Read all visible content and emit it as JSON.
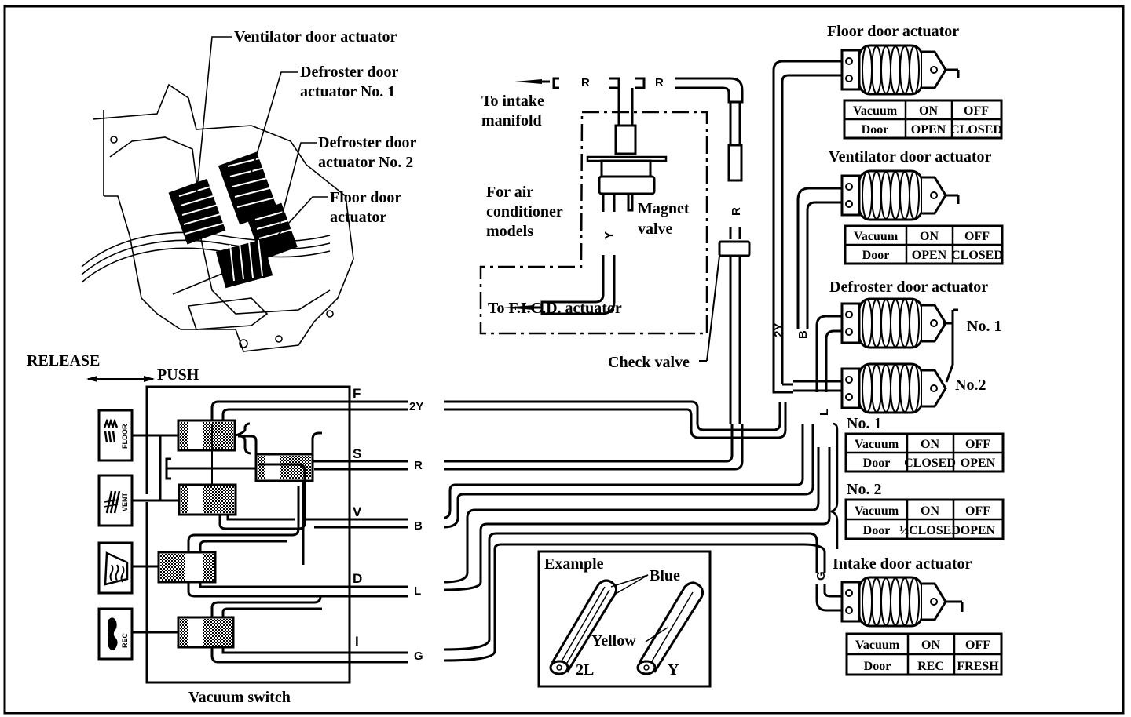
{
  "diagram": {
    "title_labels": {
      "ventilator_door_actuator": "Ventilator door actuator",
      "defroster_door_actuator_no1_line1": "Defroster door",
      "defroster_door_actuator_no1_line2": "actuator No. 1",
      "defroster_door_actuator_no2_line1": "Defroster door",
      "defroster_door_actuator_no2_line2": "actuator No. 2",
      "floor_door_actuator_line1": "Floor door",
      "floor_door_actuator_line2": "actuator"
    },
    "control": {
      "release": "RELEASE",
      "push": "PUSH",
      "vacuum_switch": "Vacuum switch",
      "buttons": [
        {
          "icon": "floor-vent-icon",
          "label": "FLOOR"
        },
        {
          "icon": "vent-icon",
          "label": "VENT"
        },
        {
          "icon": "defrost-icon",
          "label": ""
        },
        {
          "icon": "recirculate-car-icon",
          "label": "REC"
        }
      ],
      "ports": [
        "F",
        "S",
        "V",
        "D",
        "I"
      ]
    },
    "hose_codes": {
      "floor": "2Y",
      "ventilator": "R",
      "defroster": "B",
      "defroster2": "L",
      "intake": "G",
      "supply_vertical_r": "R",
      "vertical_2y": "2Y",
      "vertical_b": "B",
      "vertical_l": "L",
      "vertical_g": "G"
    },
    "magnet_valve": {
      "to_intake_manifold_line1": "To intake",
      "to_intake_manifold_line2": "manifold",
      "hose_left": "R",
      "hose_right": "R",
      "for_ac_line1": "For air",
      "for_ac_line2": "conditioner",
      "for_ac_line3": "models",
      "magnet_valve_line1": "Magnet",
      "magnet_valve_line2": "valve",
      "hose_y": "Y",
      "to_ficd": "To F.I.C.D. actuator",
      "check_valve": "Check valve"
    },
    "actuators": {
      "floor": {
        "title": "Floor door actuator",
        "table": {
          "header": [
            "Vacuum",
            "ON",
            "OFF"
          ],
          "row": [
            "Door",
            "OPEN",
            "CLOSED"
          ]
        }
      },
      "ventilator": {
        "title": "Ventilator door actuator",
        "table": {
          "header": [
            "Vacuum",
            "ON",
            "OFF"
          ],
          "row": [
            "Door",
            "OPEN",
            "CLOSED"
          ]
        }
      },
      "defroster": {
        "title": "Defroster door actuator",
        "no1_tag": "No. 1",
        "no2_tag": "No.2",
        "no1": {
          "label": "No. 1",
          "table": {
            "header": [
              "Vacuum",
              "ON",
              "OFF"
            ],
            "row": [
              "Door",
              "CLOSED",
              "OPEN"
            ]
          }
        },
        "no2": {
          "label": "No. 2",
          "table": {
            "header": [
              "Vacuum",
              "ON",
              "OFF"
            ],
            "row": [
              "Door",
              "½CLOSED",
              "OPEN"
            ]
          }
        }
      },
      "intake": {
        "title": "Intake door actuator",
        "table": {
          "header": [
            "Vacuum",
            "ON",
            "OFF"
          ],
          "row": [
            "Door",
            "REC",
            "FRESH"
          ]
        }
      }
    },
    "example": {
      "title": "Example",
      "blue": "Blue",
      "yellow": "Yellow",
      "tube_2l": "2L",
      "tube_y": "Y"
    }
  }
}
